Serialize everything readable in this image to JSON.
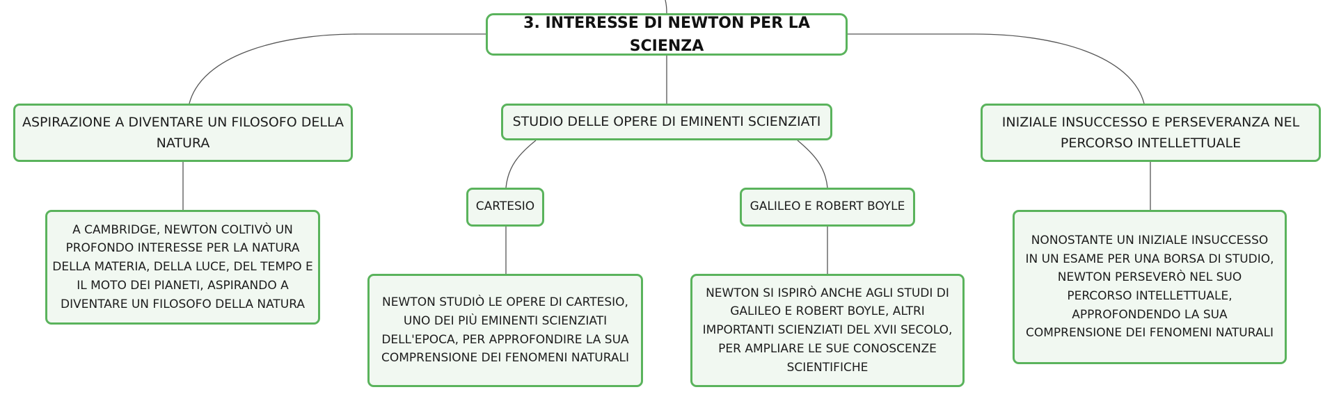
{
  "colors": {
    "node_border": "#5ab35c",
    "node_fill": "#f1f8f1",
    "root_fill": "#ffffff",
    "connector": "#555555"
  },
  "root": {
    "label": "3. INTERESSE DI NEWTON PER LA SCIENZA"
  },
  "branches": [
    {
      "label": "ASPIRAZIONE A DIVENTARE UN FILOSOFO DELLA NATURA",
      "detail": "A CAMBRIDGE, NEWTON COLTIVÒ UN PROFONDO INTERESSE PER LA NATURA DELLA MATERIA, DELLA LUCE, DEL TEMPO E IL MOTO DEI PIANETI, ASPIRANDO A DIVENTARE UN FILOSOFO DELLA NATURA"
    },
    {
      "label": "STUDIO DELLE OPERE DI EMINENTI SCIENZIATI",
      "children": [
        {
          "label": "CARTESIO",
          "detail": "NEWTON STUDIÒ LE OPERE DI CARTESIO, UNO DEI PIÙ EMINENTI SCIENZIATI DELL'EPOCA, PER APPROFONDIRE LA SUA COMPRENSIONE DEI FENOMENI NATURALI"
        },
        {
          "label": "GALILEO E ROBERT BOYLE",
          "detail": "NEWTON SI ISPIRÒ ANCHE AGLI STUDI DI GALILEO E ROBERT BOYLE, ALTRI IMPORTANTI SCIENZIATI DEL XVII SECOLO, PER AMPLIARE LE SUE CONOSCENZE SCIENTIFICHE"
        }
      ]
    },
    {
      "label": "INIZIALE INSUCCESSO E PERSEVERANZA NEL PERCORSO INTELLETTUALE",
      "detail": "NONOSTANTE UN INIZIALE INSUCCESSO IN UN ESAME PER UNA BORSA DI STUDIO, NEWTON PERSEVERÒ NEL SUO PERCORSO INTELLETTUALE, APPROFONDENDO LA SUA COMPRENSIONE DEI FENOMENI NATURALI"
    }
  ]
}
